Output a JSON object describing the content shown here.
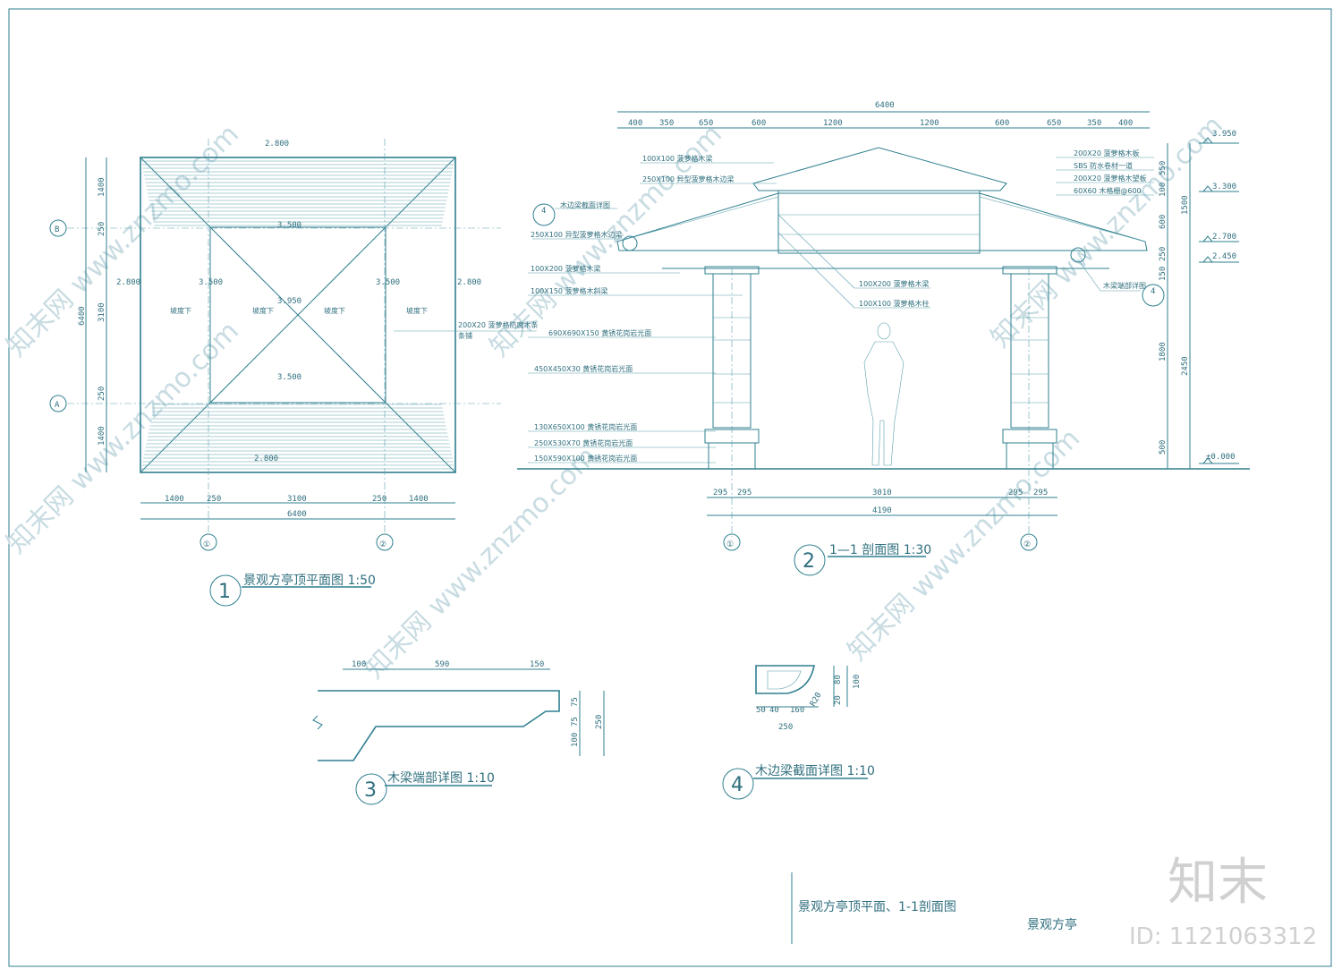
{
  "drawing1": {
    "title": "景观方亭顶平面图 1:50",
    "number": "1",
    "dims_bottom": [
      "1400",
      "250",
      "3100",
      "250",
      "1400"
    ],
    "dim_bottom_total": "6400",
    "dims_left": [
      "1400",
      "250",
      "3100",
      "250",
      "1400"
    ],
    "dim_left_total": "6400",
    "elevations": [
      "2.800",
      "3.500",
      "3.950",
      "3.500",
      "2.800",
      "2.800",
      "3.500",
      "3.500",
      "2.800"
    ],
    "slope_label": "坡度下",
    "axis_x": [
      "①",
      "②"
    ],
    "axis_y": [
      "B",
      "A"
    ],
    "note": "200X20 菠萝格防腐木条",
    "note2": "条铺"
  },
  "drawing2": {
    "title": "1—1 剖面图 1:30",
    "number": "2",
    "dims_top": [
      "400",
      "350",
      "650",
      "600",
      "1200",
      "1200",
      "600",
      "650",
      "350",
      "400"
    ],
    "dim_top_total": "6400",
    "dims_bottom": [
      "295",
      "295",
      "3010",
      "295",
      "295"
    ],
    "dim_bottom_total": "4190",
    "axis": [
      "①",
      "②"
    ],
    "right_dims": [
      "550",
      "100",
      "600",
      "250",
      "150",
      "1800",
      "500"
    ],
    "right_dims2": [
      "1500",
      "2450"
    ],
    "elevations": [
      "3.950",
      "3.300",
      "2.700",
      "2.450",
      "±0.000"
    ],
    "left_notes": [
      "100X100 菠萝格木梁",
      "250X100 异型菠萝格木边梁",
      "木边梁截面详图",
      "250X100 异型菠萝格木边梁",
      "100X200 菠萝格木梁",
      "100X150 菠萝格木斜梁",
      "690X690X150 黄锈花岗岩光面",
      "450X450X30 黄锈花岗岩光面",
      "130X650X100 黄锈花岗岩光面",
      "250X530X70 黄锈花岗岩光面",
      "150X590X100 黄锈花岗岩光面"
    ],
    "mid_notes": [
      "100X200 菠萝格木梁",
      "100X100 菠萝格木柱"
    ],
    "right_notes": [
      "200X20 菠萝格木板",
      "SBS 防水卷材一道",
      "200X20 菠萝格木望板",
      "60X60 木格栅@600"
    ],
    "right_note_lower": "木梁端部详图",
    "callout_num": "4"
  },
  "drawing3": {
    "title": "木梁端部详图 1:10",
    "number": "3",
    "dims_top": [
      "100",
      "590",
      "150"
    ],
    "dims_right": [
      "75",
      "75",
      "100"
    ],
    "dim_right_total": "250"
  },
  "drawing4": {
    "title": "木边梁截面详图 1:10",
    "number": "4",
    "dims_bottom": [
      "50",
      "40",
      "160"
    ],
    "dim_bottom_total": "250",
    "dims_right": [
      "80",
      "20"
    ],
    "dim_right_total": "100",
    "radius": "R20"
  },
  "titleblock": {
    "sheet_title": "景观方亭顶平面、1-1剖面图",
    "project": "景观方亭"
  },
  "watermark": {
    "logo": "知末",
    "id": "ID: 1121063312",
    "text": "知末网 www.znzmo.com"
  }
}
